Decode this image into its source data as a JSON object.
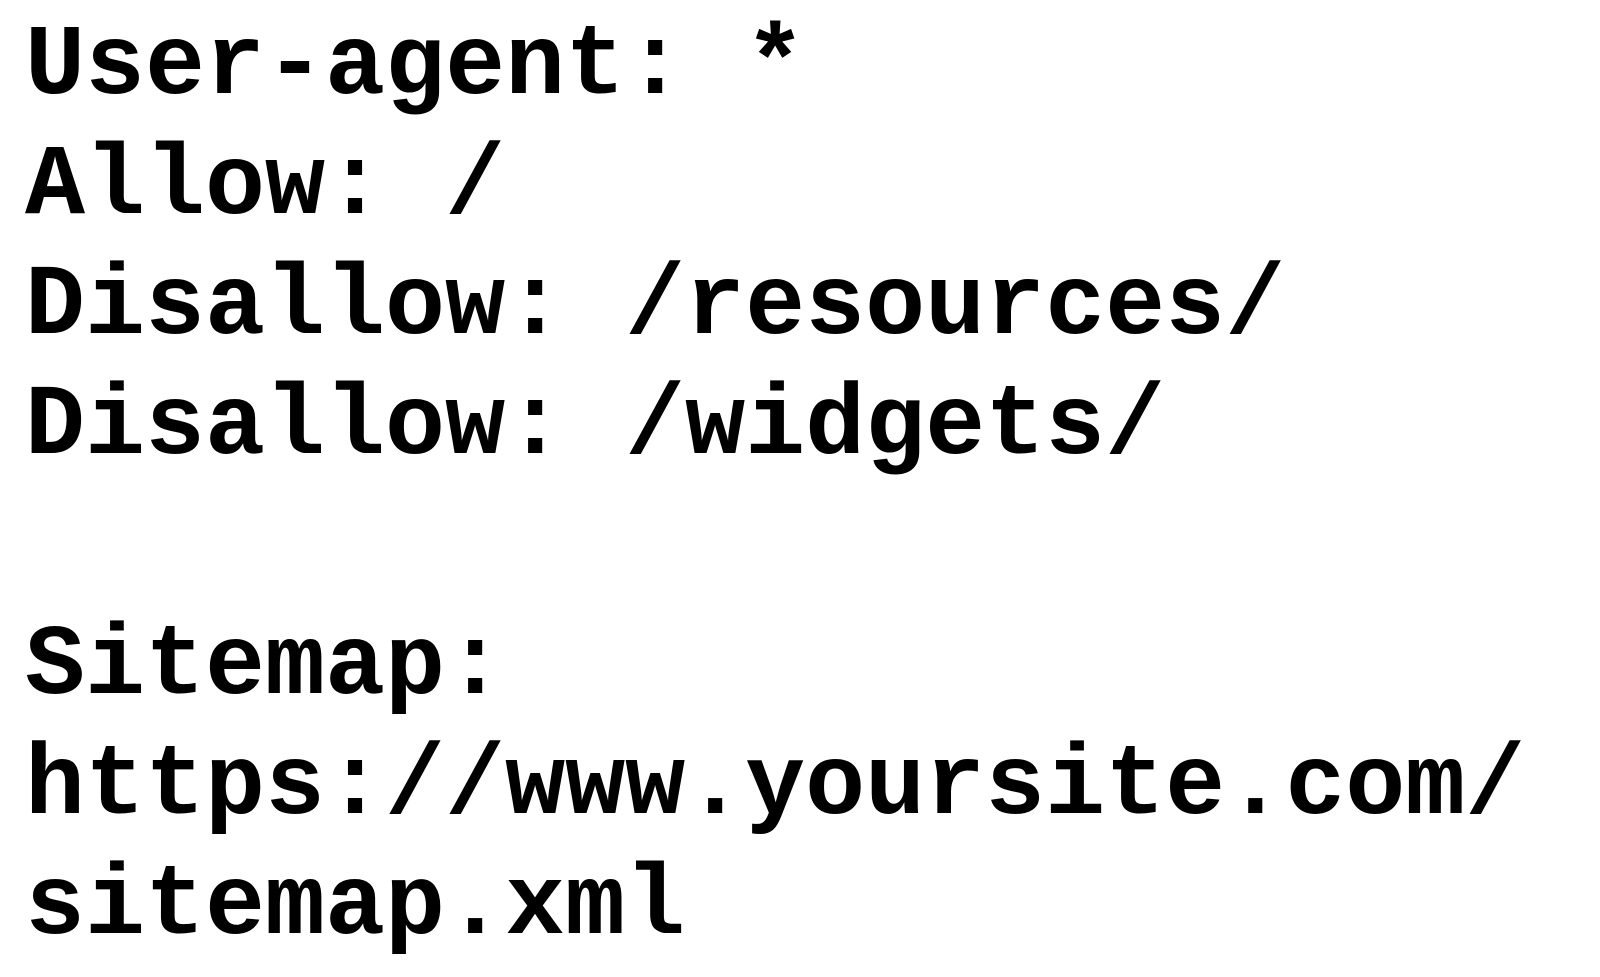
{
  "page": {
    "background_color": "#ffffff",
    "text_color": "#000000"
  },
  "content": {
    "lines": [
      "User-agent: *",
      "Allow: /",
      "Disallow: /resources/",
      "Disallow: /widgets/",
      "",
      "Sitemap:",
      "https://www.yoursite.com/",
      "sitemap.xml"
    ]
  }
}
